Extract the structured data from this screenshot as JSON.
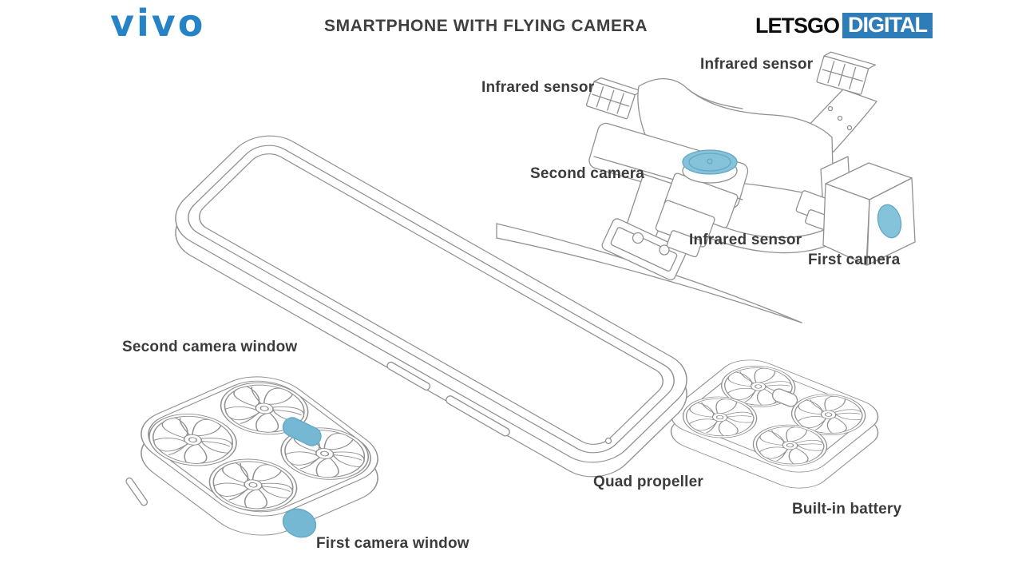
{
  "header": {
    "brand": "vivo",
    "title": "SMARTPHONE WITH FLYING CAMERA",
    "site_logo": {
      "primary": "LETSGO",
      "secondary": "DIGITAL"
    }
  },
  "colors": {
    "brand_blue": "#2684c6",
    "logo_box_blue": "#2e7cb8",
    "lens_blue": "#85c3da",
    "window_blue": "#74b8d3",
    "lens_stroke": "#62a8c6",
    "line_gray": "#919191",
    "label_color": "#3b3b3b"
  },
  "labels": {
    "infrared_sensor_left": "Infrared sensor",
    "infrared_sensor_top": "Infrared sensor",
    "infrared_sensor_bottom": "Infrared sensor",
    "second_camera": "Second camera",
    "first_camera": "First camera",
    "second_camera_window": "Second camera window",
    "first_camera_window": "First camera window",
    "quad_propeller": "Quad propeller",
    "built_in_battery": "Built-in battery"
  }
}
